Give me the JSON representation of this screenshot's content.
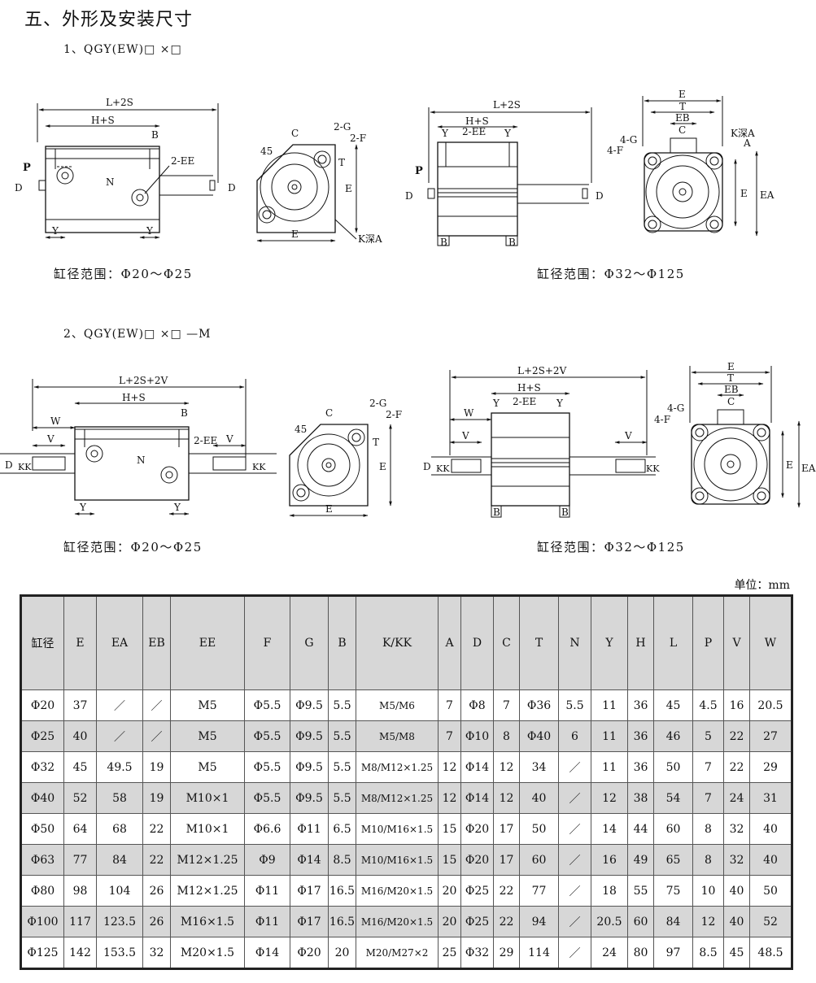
{
  "section_title": "五、外形及安装尺寸",
  "models": [
    {
      "label": "1、QGY(EW)□ ×□"
    },
    {
      "label": "2、QGY(EW)□ ×□ —M"
    }
  ],
  "ranges": {
    "small": "缸径范围：Φ20～Φ25",
    "large": "缸径范围：Φ32～Φ125"
  },
  "dim_labels": {
    "L2S": "L+2S",
    "HS": "H+S",
    "B": "B",
    "EE2": "2-EE",
    "P": "P",
    "D": "D",
    "N": "N",
    "Y": "Y",
    "C": "C",
    "G2": "2-G",
    "F2": "2-F",
    "T": "T",
    "E": "E",
    "EA": "EA",
    "EB": "EB",
    "A": "A",
    "K": "K深A",
    "G4": "4-G",
    "F4": "4-F",
    "deg45": "45",
    "L2S2V": "L+2S+2V",
    "W": "W",
    "V": "V",
    "KK": "KK"
  },
  "unit": "单位：mm",
  "table": {
    "headers": [
      "缸径",
      "E",
      "EA",
      "EB",
      "EE",
      "F",
      "G",
      "B",
      "K/KK",
      "A",
      "D",
      "C",
      "T",
      "N",
      "Y",
      "H",
      "L",
      "P",
      "V",
      "W"
    ],
    "rows": [
      [
        "Φ20",
        "37",
        "／",
        "／",
        "M5",
        "Φ5.5",
        "Φ9.5",
        "5.5",
        "M5/M6",
        "7",
        "Φ8",
        "7",
        "Φ36",
        "5.5",
        "11",
        "36",
        "45",
        "4.5",
        "16",
        "20.5"
      ],
      [
        "Φ25",
        "40",
        "／",
        "／",
        "M5",
        "Φ5.5",
        "Φ9.5",
        "5.5",
        "M5/M8",
        "7",
        "Φ10",
        "8",
        "Φ40",
        "6",
        "11",
        "36",
        "46",
        "5",
        "22",
        "27"
      ],
      [
        "Φ32",
        "45",
        "49.5",
        "19",
        "M5",
        "Φ5.5",
        "Φ9.5",
        "5.5",
        "M8/M12×1.25",
        "12",
        "Φ14",
        "12",
        "34",
        "／",
        "11",
        "36",
        "50",
        "7",
        "22",
        "29"
      ],
      [
        "Φ40",
        "52",
        "58",
        "19",
        "M10×1",
        "Φ5.5",
        "Φ9.5",
        "5.5",
        "M8/M12×1.25",
        "12",
        "Φ14",
        "12",
        "40",
        "／",
        "12",
        "38",
        "54",
        "7",
        "24",
        "31"
      ],
      [
        "Φ50",
        "64",
        "68",
        "22",
        "M10×1",
        "Φ6.6",
        "Φ11",
        "6.5",
        "M10/M16×1.5",
        "15",
        "Φ20",
        "17",
        "50",
        "／",
        "14",
        "44",
        "60",
        "8",
        "32",
        "40"
      ],
      [
        "Φ63",
        "77",
        "84",
        "22",
        "M12×1.25",
        "Φ9",
        "Φ14",
        "8.5",
        "M10/M16×1.5",
        "15",
        "Φ20",
        "17",
        "60",
        "／",
        "16",
        "49",
        "65",
        "8",
        "32",
        "40"
      ],
      [
        "Φ80",
        "98",
        "104",
        "26",
        "M12×1.25",
        "Φ11",
        "Φ17",
        "16.5",
        "M16/M20×1.5",
        "20",
        "Φ25",
        "22",
        "77",
        "／",
        "18",
        "55",
        "75",
        "10",
        "40",
        "50"
      ],
      [
        "Φ100",
        "117",
        "123.5",
        "26",
        "M16×1.5",
        "Φ11",
        "Φ17",
        "16.5",
        "M16/M20×1.5",
        "20",
        "Φ25",
        "22",
        "94",
        "／",
        "20.5",
        "60",
        "84",
        "12",
        "40",
        "52"
      ],
      [
        "Φ125",
        "142",
        "153.5",
        "32",
        "M20×1.5",
        "Φ14",
        "Φ20",
        "20",
        "M20/M27×2",
        "25",
        "Φ32",
        "29",
        "114",
        "／",
        "24",
        "80",
        "97",
        "8.5",
        "45",
        "48.5"
      ]
    ]
  }
}
